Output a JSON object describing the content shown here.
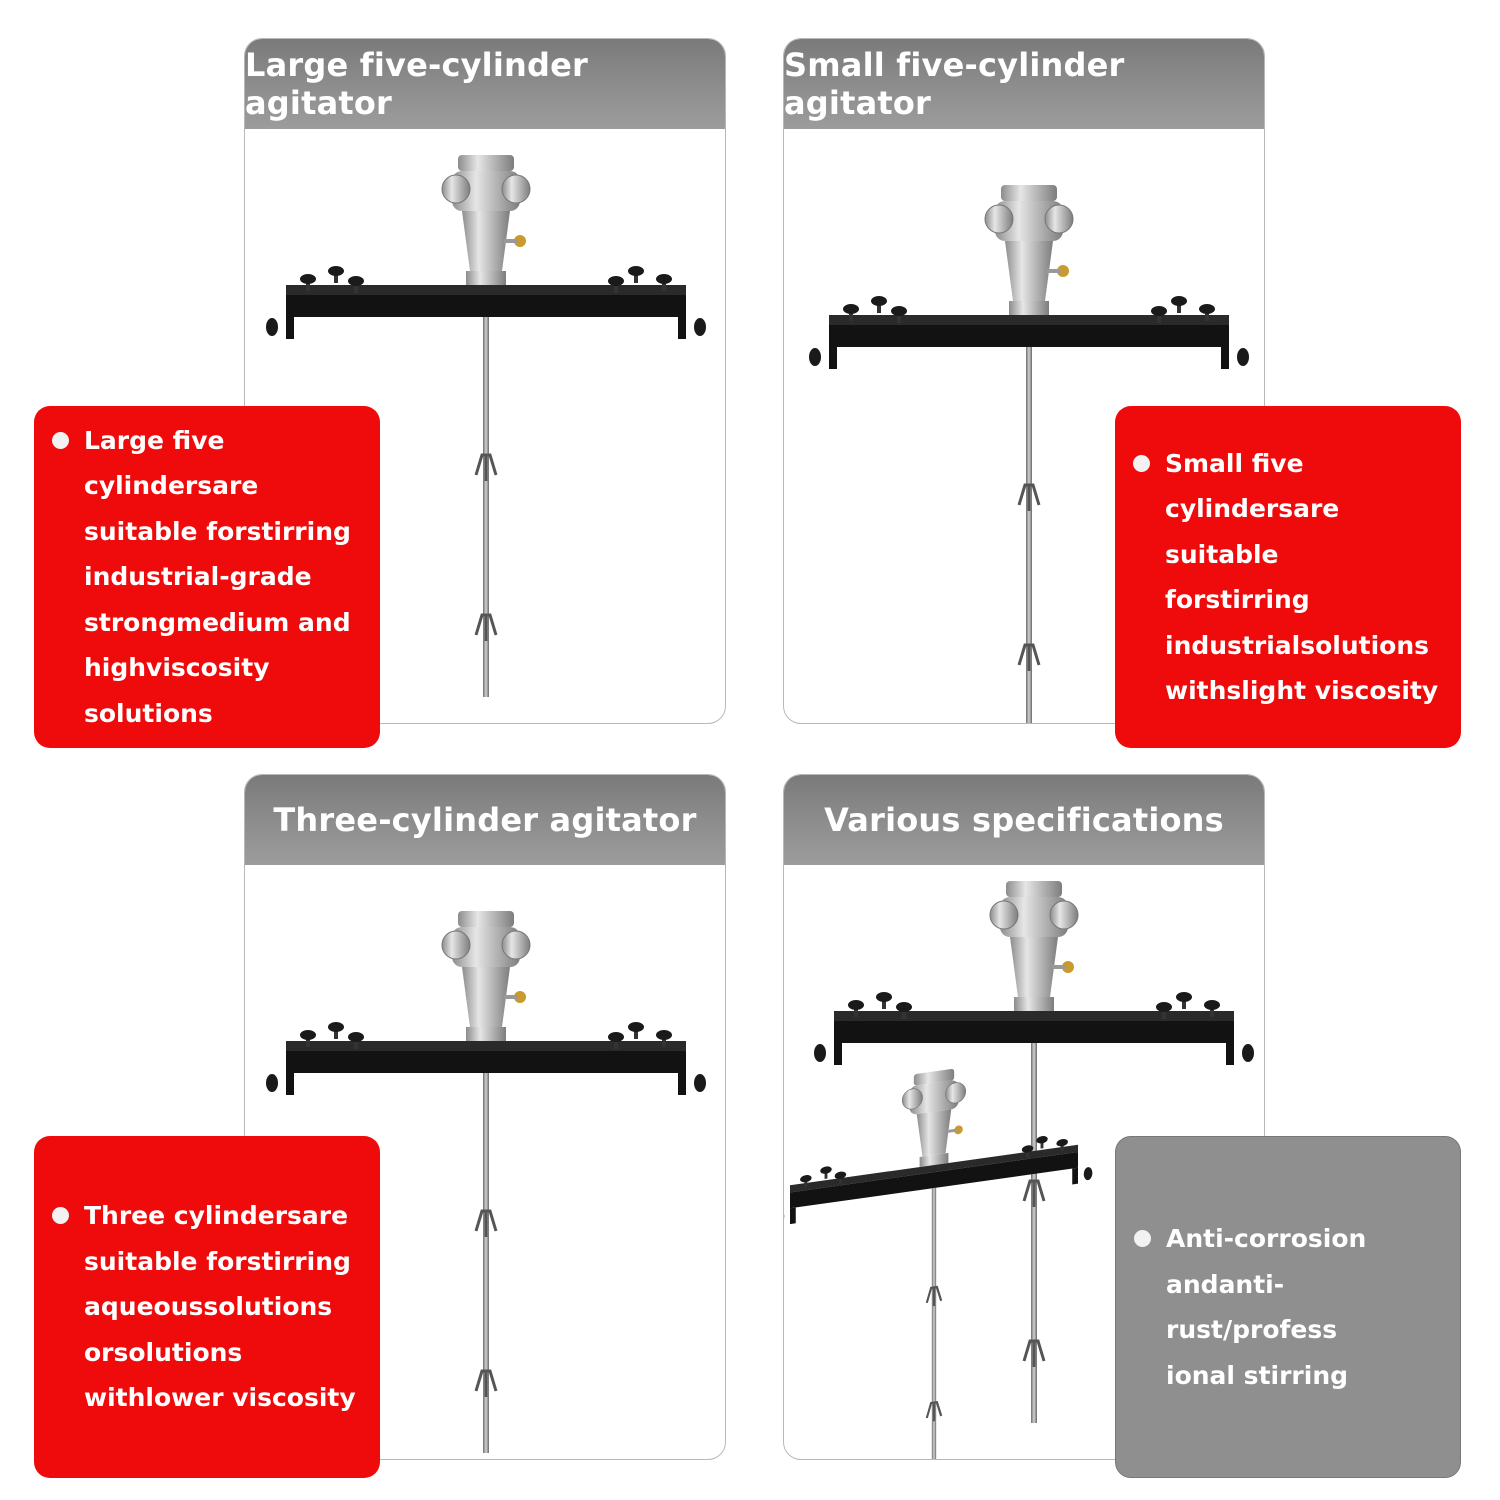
{
  "colors": {
    "header_gray": "#8a8a8a",
    "note_red": "#ef0b0b",
    "note_gray": "#8f8f8f",
    "frame_black": "#121212",
    "motor_silver": "#c4c4c4"
  },
  "panels": [
    {
      "title": "Large five-cylinder agitator",
      "note": "Large five cylindersare\nsuitable forstirring\nindustrial-grade\nstrongmedium and\nhighviscosity solutions"
    },
    {
      "title": "Small five-cylinder agitator",
      "note": "Small five\ncylindersare suitable\nforstirring\nindustrialsolutions\nwithslight viscosity"
    },
    {
      "title": "Three-cylinder agitator",
      "note": "Three cylindersare\nsuitable forstirring\naqueoussolutions\norsolutions\nwithlower viscosity"
    },
    {
      "title": "Various specifications",
      "note": "Anti-corrosion\nandanti-rust/profess\nional stirring"
    }
  ]
}
